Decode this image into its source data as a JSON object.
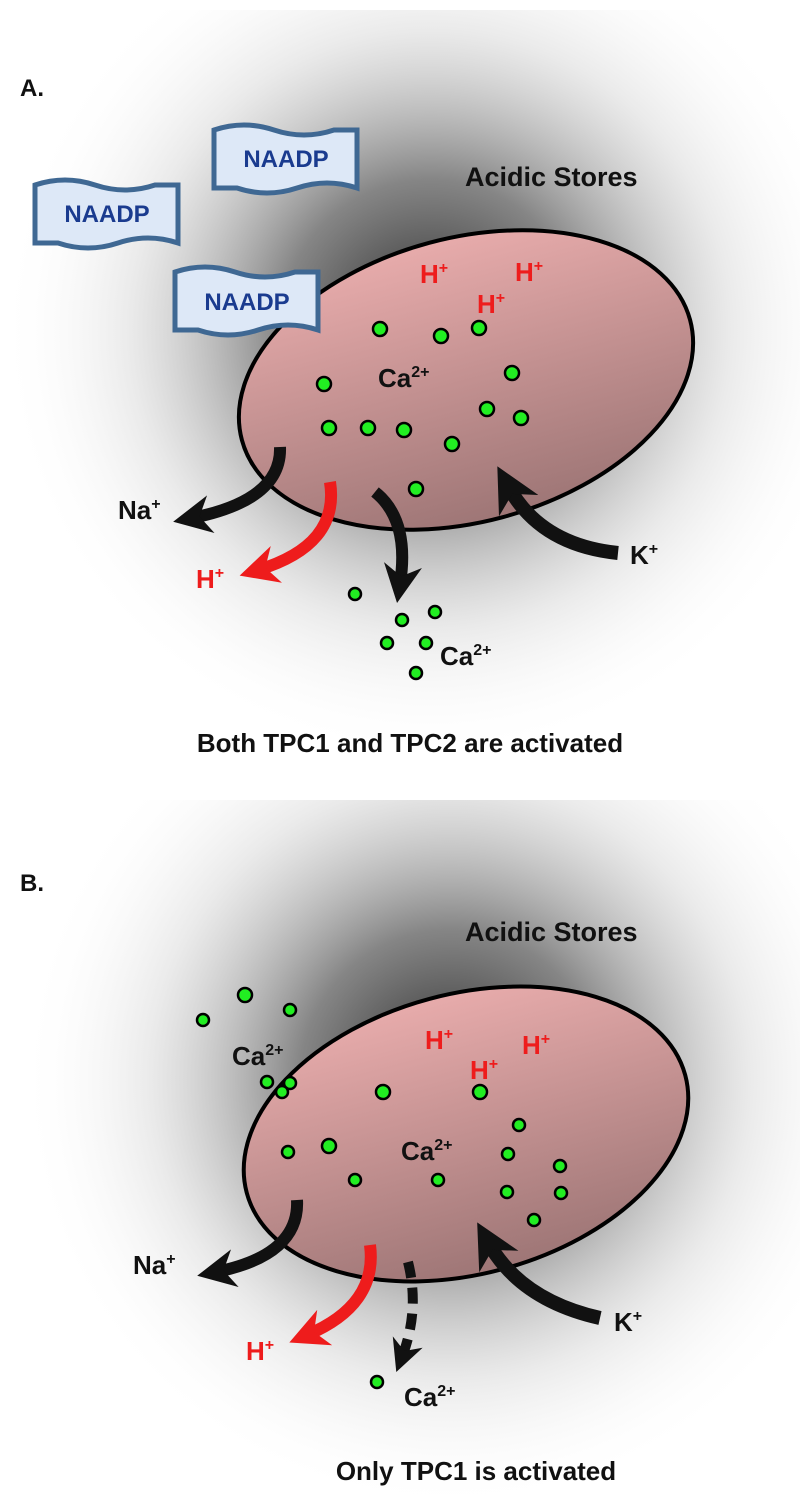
{
  "panelA": {
    "letter": "A.",
    "title": "Acidic Stores",
    "naadp": [
      "NAADP",
      "NAADP",
      "NAADP"
    ],
    "ion_inside": {
      "base": "Ca",
      "sup": "2+"
    },
    "ion_outside": {
      "base": "Ca",
      "sup": "2+"
    },
    "h_ion": {
      "base": "H",
      "sup": "+"
    },
    "na_ion": {
      "base": "Na",
      "sup": "+"
    },
    "k_ion": {
      "base": "K",
      "sup": "+"
    },
    "caption": "Both TPC1 and TPC2 are activated"
  },
  "panelB": {
    "letter": "B.",
    "title": "Acidic Stores",
    "ion_inside": {
      "base": "Ca",
      "sup": "2+"
    },
    "ion_outside": {
      "base": "Ca",
      "sup": "2+"
    },
    "ion_top": {
      "base": "Ca",
      "sup": "2+"
    },
    "h_ion": {
      "base": "H",
      "sup": "+"
    },
    "na_ion": {
      "base": "Na",
      "sup": "+"
    },
    "k_ion": {
      "base": "K",
      "sup": "+"
    },
    "caption": "Only TPC1 is activated"
  },
  "colors": {
    "organelle_top": "#e7abab",
    "organelle_bottom": "#a07878",
    "calcium_dot": "#22ee22",
    "proton": "#ee1c1c",
    "naadp_fill": "#dde8f7",
    "naadp_stroke": "#3f6893",
    "naadp_text": "#1a3b8f"
  }
}
